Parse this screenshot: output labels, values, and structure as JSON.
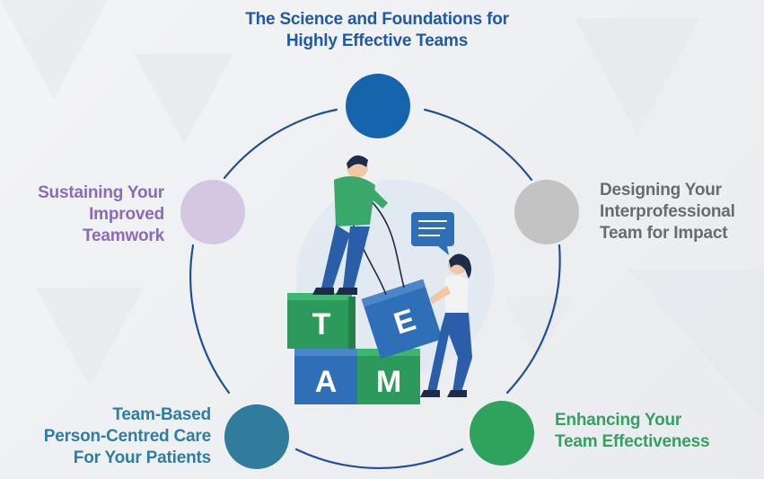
{
  "nodes": [
    {
      "lines": [
        "The Science and Foundations for",
        "Highly Effective Teams"
      ],
      "color": "#1565ad"
    },
    {
      "lines": [
        "Designing Your",
        "Interprofessional",
        "Team for Impact"
      ],
      "color": "#c3c3c3"
    },
    {
      "lines": [
        "Enhancing Your",
        "Team Effectiveness"
      ],
      "color": "#2fa25e"
    },
    {
      "lines": [
        "Team-Based",
        "Person-Centred Care",
        "For Your Patients"
      ],
      "color": "#2f7c9c"
    },
    {
      "lines": [
        "Sustaining Your",
        "Improved",
        "Teamwork"
      ],
      "color": "#d3c7e2"
    }
  ],
  "blocks": {
    "t": "T",
    "e": "E",
    "a": "A",
    "m": "M"
  },
  "colors": {
    "ring": "#1f4f95",
    "block_green_dark": "#2c9a5a",
    "block_green_light": "#36b06b",
    "block_blue": "#2f6fb8",
    "shirt_green": "#3aa86a",
    "pants_blue": "#2a5ea8",
    "hair_dark": "#1d2c4a"
  }
}
